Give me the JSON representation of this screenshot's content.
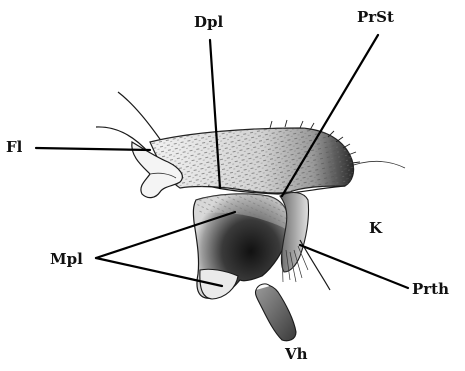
{
  "labels": {
    "dpl": "Dpl",
    "prst": "PrSt",
    "fl": "Fl",
    "k": "K",
    "mpl": "Mpl",
    "prth": "Prth",
    "vh": "Vh"
  },
  "colors": {
    "ink": "#111111",
    "paper": "#ffffff",
    "shade_light": "#cfcfcf",
    "shade_mid": "#8a8a8a",
    "shade_dark": "#1c1c1c"
  }
}
